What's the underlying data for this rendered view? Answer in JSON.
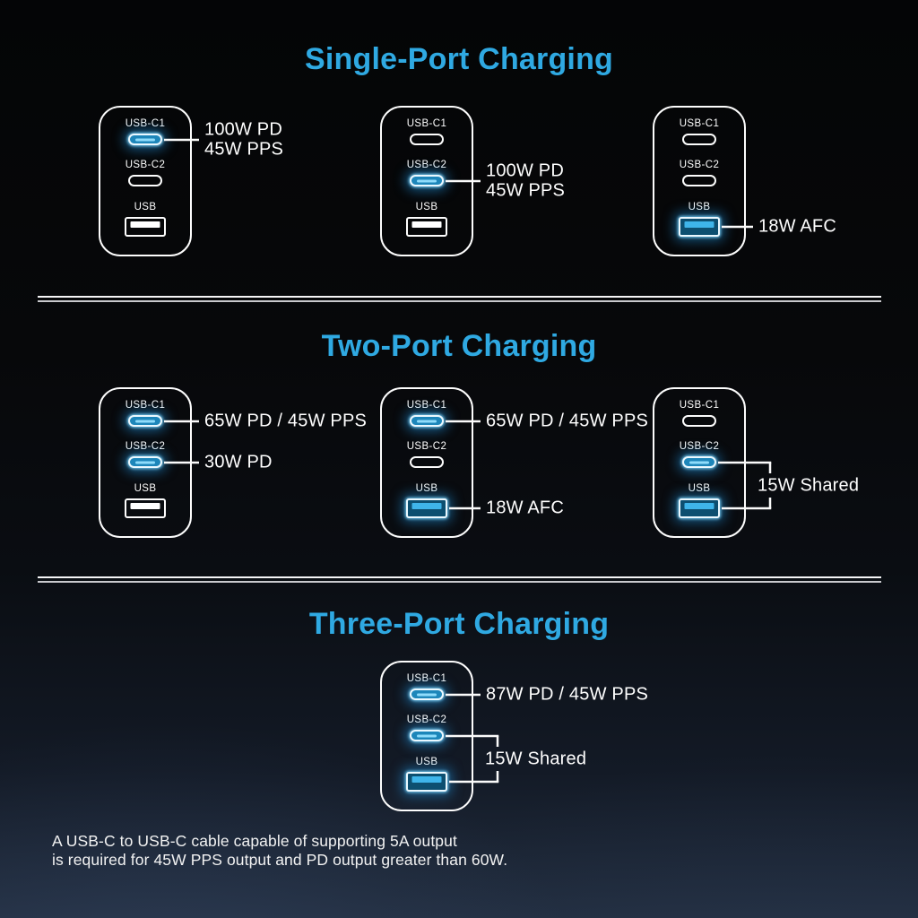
{
  "sections": [
    {
      "title": "Single-Port Charging",
      "chargers": [
        {
          "column": 0,
          "ports": [
            {
              "name": "USB-C1",
              "type": "usb-c",
              "active": true,
              "callout": {
                "lines": [
                  "100W PD",
                  "45W PPS"
                ]
              }
            },
            {
              "name": "USB-C2",
              "type": "usb-c",
              "active": false
            },
            {
              "name": "USB",
              "type": "usb-a",
              "active": false
            }
          ]
        },
        {
          "column": 1,
          "ports": [
            {
              "name": "USB-C1",
              "type": "usb-c",
              "active": false
            },
            {
              "name": "USB-C2",
              "type": "usb-c",
              "active": true,
              "callout": {
                "lines": [
                  "100W PD",
                  "45W PPS"
                ]
              }
            },
            {
              "name": "USB",
              "type": "usb-a",
              "active": false
            }
          ]
        },
        {
          "column": 2,
          "ports": [
            {
              "name": "USB-C1",
              "type": "usb-c",
              "active": false
            },
            {
              "name": "USB-C2",
              "type": "usb-c",
              "active": false
            },
            {
              "name": "USB",
              "type": "usb-a",
              "active": true,
              "callout": {
                "lines": [
                  "18W AFC"
                ]
              }
            }
          ]
        }
      ]
    },
    {
      "title": "Two-Port Charging",
      "chargers": [
        {
          "column": 0,
          "ports": [
            {
              "name": "USB-C1",
              "type": "usb-c",
              "active": true,
              "callout": {
                "lines": [
                  "65W PD / 45W PPS"
                ]
              }
            },
            {
              "name": "USB-C2",
              "type": "usb-c",
              "active": true,
              "callout": {
                "lines": [
                  "30W PD"
                ]
              }
            },
            {
              "name": "USB",
              "type": "usb-a",
              "active": false
            }
          ]
        },
        {
          "column": 1,
          "ports": [
            {
              "name": "USB-C1",
              "type": "usb-c",
              "active": true,
              "callout": {
                "lines": [
                  "65W PD / 45W PPS"
                ]
              }
            },
            {
              "name": "USB-C2",
              "type": "usb-c",
              "active": false
            },
            {
              "name": "USB",
              "type": "usb-a",
              "active": true,
              "callout": {
                "lines": [
                  "18W AFC"
                ]
              }
            }
          ]
        },
        {
          "column": 2,
          "ports": [
            {
              "name": "USB-C1",
              "type": "usb-c",
              "active": false
            },
            {
              "name": "USB-C2",
              "type": "usb-c",
              "active": true
            },
            {
              "name": "USB",
              "type": "usb-a",
              "active": true
            }
          ],
          "shared_callout": {
            "label": "15W Shared",
            "ports": [
              1,
              2
            ]
          }
        }
      ]
    },
    {
      "title": "Three-Port Charging",
      "chargers": [
        {
          "column": 1,
          "ports": [
            {
              "name": "USB-C1",
              "type": "usb-c",
              "active": true,
              "callout": {
                "lines": [
                  "87W PD / 45W PPS"
                ]
              }
            },
            {
              "name": "USB-C2",
              "type": "usb-c",
              "active": true
            },
            {
              "name": "USB",
              "type": "usb-a",
              "active": true
            }
          ],
          "shared_callout": {
            "label": "15W Shared",
            "ports": [
              1,
              2
            ]
          }
        }
      ]
    }
  ],
  "footer": {
    "line1": "A USB-C to USB-C cable capable of supporting 5A output",
    "line2": "is required for 45W PPS output and PD output greater than 60W."
  },
  "colors": {
    "accent_blue": "#2fa9e2",
    "usb_c_active_fill": "#1d86ba",
    "usb_c_active_pin": "#8fdcfb",
    "usb_a_active_fill": "#0d4f70",
    "usb_a_active_tongue": "#3fb5ea",
    "callout_line": "#fbfbfb"
  }
}
